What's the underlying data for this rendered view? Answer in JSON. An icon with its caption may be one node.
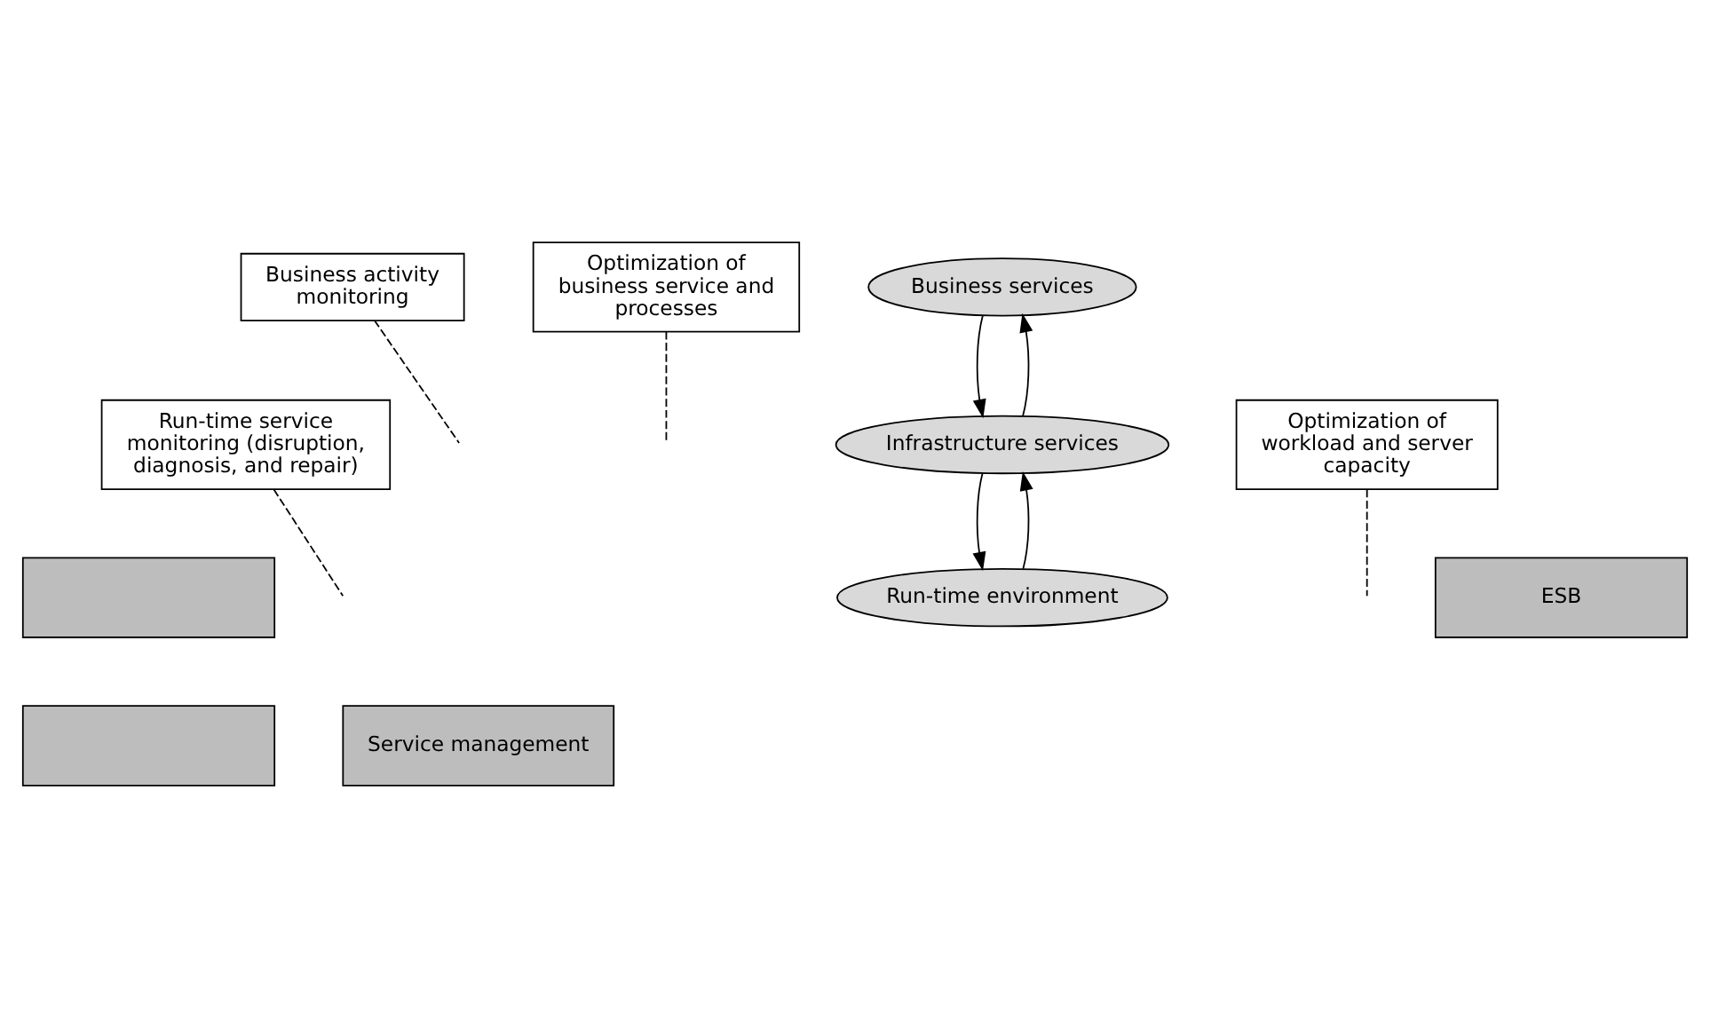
{
  "diagram": {
    "nodes": [
      {
        "text": [
          "Business activity monitoring"
        ]
      },
      {
        "text": [
          "Optimization of business service and processes"
        ]
      },
      {
        "text": [
          "Business services"
        ]
      },
      {
        "text": [
          "Run-time service monitoring (disruption, diagnosis, and repair)"
        ]
      },
      {
        "text": [
          "Infrastructure services"
        ]
      },
      {
        "text": [
          "Optimization of workload and server capacity"
        ]
      },
      {
        "text": [],
        "shape": "box"
      },
      {
        "text": [
          "ESB"
        ]
      },
      {
        "text": [
          "Run-time environment"
        ]
      },
      {
        "text": [],
        "shape": "box"
      },
      {
        "text": [
          "Service management"
        ]
      }
    ],
    "edges": [
      {
        "from": 4,
        "to": 2,
        "arrow": "to"
      },
      {
        "from": 2,
        "to": 4,
        "arrow": "to"
      },
      {
        "from": 8,
        "to": 4,
        "arrow": "to"
      },
      {
        "from": 4,
        "to": 8,
        "arrow": "to"
      },
      {
        "from": 0,
        "to": null,
        "arrow": "none",
        "style": "dashed"
      },
      {
        "from": 1,
        "to": null,
        "arrow": "none",
        "style": "dashed"
      },
      {
        "from": 3,
        "to": null,
        "arrow": "none",
        "style": "dashed"
      },
      {
        "from": 5,
        "to": null,
        "arrow": "none",
        "style": "dashed"
      }
    ]
  }
}
